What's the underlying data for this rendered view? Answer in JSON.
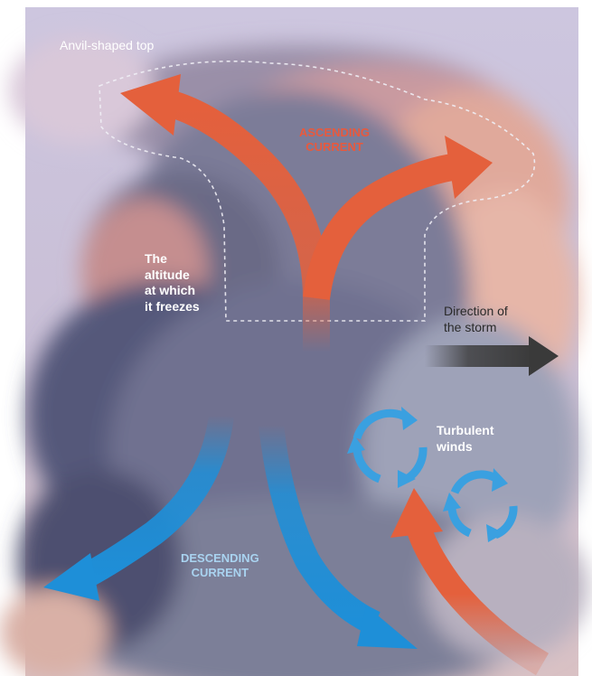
{
  "labels": {
    "anvil_top": "Anvil-shaped top",
    "ascending_current": [
      "ASCENDING",
      "CURRENT"
    ],
    "freeze_altitude": [
      "The",
      "altitude",
      "at which",
      "it freezes"
    ],
    "storm_direction": [
      "Direction of",
      "the storm"
    ],
    "turbulent_winds": [
      "Turbulent",
      "winds"
    ],
    "descending_current": [
      "DESCENDING",
      "CURRENT"
    ]
  },
  "colors": {
    "sky_top": "#c9c4dd",
    "sky_bottom": "#d8c6cc",
    "cloud_dark": "#5b5d78",
    "cloud_mid": "#8d88a3",
    "cloud_light": "#e6b3a6",
    "ascending_arrow": "#e4603c",
    "descending_arrow": "#1e8fd8",
    "storm_arrow": "#3a3a3a",
    "turbulent_arrow": "#3aa0e0"
  }
}
